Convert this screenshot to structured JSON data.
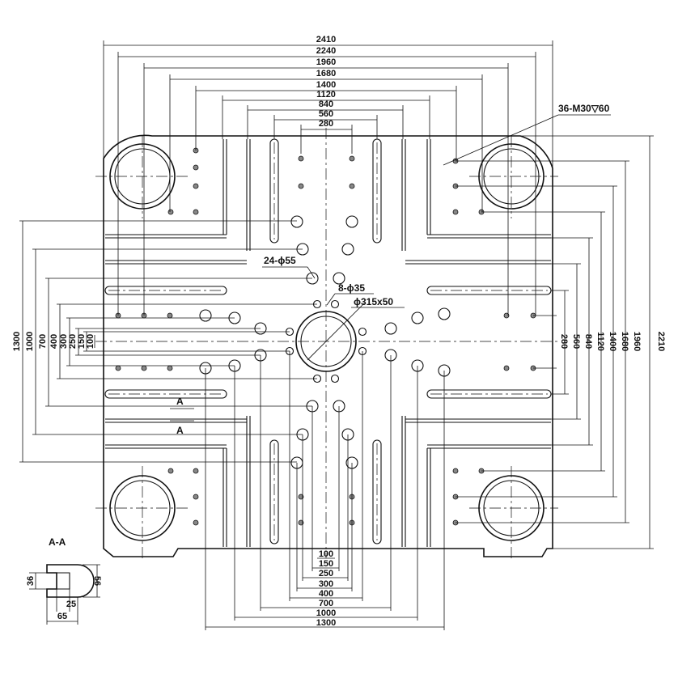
{
  "diagram": {
    "top_dimensions": [
      "2410",
      "2240",
      "1960",
      "1680",
      "1400",
      "1120",
      "840",
      "560",
      "280"
    ],
    "right_dimensions": [
      "280",
      "560",
      "840",
      "1120",
      "1400",
      "1680",
      "1960",
      "2210"
    ],
    "left_dimensions": [
      "1300",
      "1000",
      "700",
      "400",
      "300",
      "250",
      "150",
      "100"
    ],
    "bottom_dimensions": [
      "100",
      "150",
      "250",
      "300",
      "400",
      "700",
      "1000",
      "1300"
    ],
    "callouts": {
      "threaded_holes": "36-M30▽60",
      "large_holes": "24-ϕ55",
      "small_holes": "8-ϕ35",
      "center_hole": "ϕ315x50"
    },
    "section_markers": [
      "A",
      "A"
    ],
    "section_detail": {
      "title": "A-A",
      "dims": [
        "36",
        "56",
        "25",
        "65"
      ]
    }
  }
}
